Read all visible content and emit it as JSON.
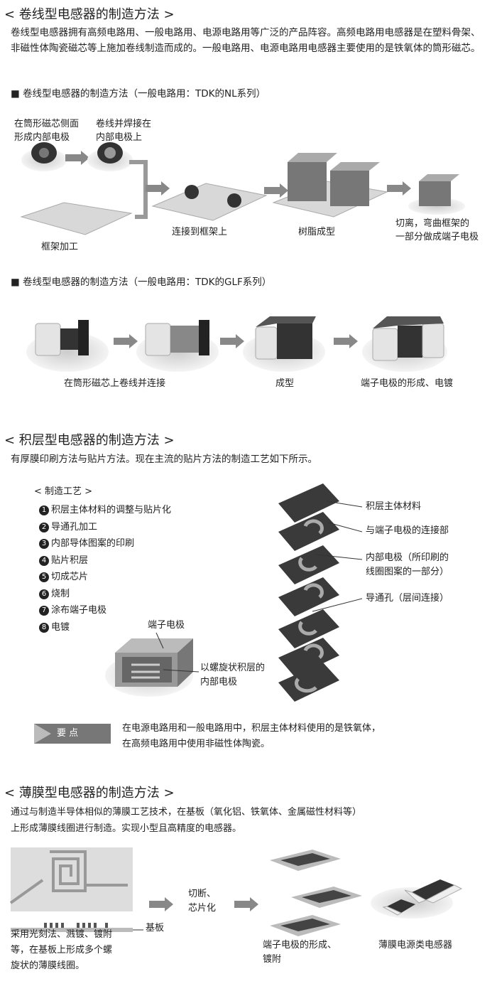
{
  "s1": {
    "title": "< 卷线型电感器的制造方法 >",
    "para": "卷线型电感器拥有高频电路用、一般电路用、电源电路用等广泛的产品阵容。高频电路用电感器是在塑料骨架、非磁性体陶瓷磁芯等上施加卷线制造而成的。一般电路用、电源电路用电感器主要使用的是铁氧体的筒形磁芯。",
    "nl_heading": "■ 卷线型电感器的制造方法（一般电路用：TDK的NL系列）",
    "nl_steps": {
      "a1": "在筒形磁芯侧面",
      "a2": "形成内部电极",
      "b1": "卷线并焊接在",
      "b2": "内部电极上",
      "frame": "框架加工",
      "connect": "连接到框架上",
      "mold": "树脂成型",
      "cut1": "切离，弯曲框架的",
      "cut2": "一部分做成端子电极"
    },
    "glf_heading": "■ 卷线型电感器的制造方法（一般电路用：TDK的GLF系列）",
    "glf_steps": [
      "在筒形磁芯上卷线并连接",
      "成型",
      "端子电极的形成、电镀"
    ]
  },
  "s2": {
    "title": "< 积层型电感器的制造方法 >",
    "para": "有厚膜印刷方法与贴片方法。现在主流的贴片方法的制造工艺如下所示。",
    "process_title": "< 制造工艺 >",
    "process": [
      {
        "n": "1",
        "t": "积层主体材料的调整与贴片化"
      },
      {
        "n": "2",
        "t": "导通孔加工"
      },
      {
        "n": "3",
        "t": "内部导体图案的印刷"
      },
      {
        "n": "4",
        "t": "贴片积层"
      },
      {
        "n": "5",
        "t": "切成芯片"
      },
      {
        "n": "6",
        "t": "烧制"
      },
      {
        "n": "7",
        "t": "涂布端子电极"
      },
      {
        "n": "8",
        "t": "电镀"
      }
    ],
    "layer_labels": {
      "body": "积层主体材料",
      "conn": "与端子电极的连接部",
      "inner1": "内部电极（所印刷的",
      "inner2": "线圈图案的一部分）",
      "via": "导通孔（层间连接）"
    },
    "chip_labels": {
      "term": "端子电极",
      "spiral1": "以螺旋状积层的",
      "spiral2": "内部电极"
    },
    "point_label": "要 点",
    "point_text1": "在电源电路用和一般电路用中，积层主体材料使用的是铁氧体，",
    "point_text2": "在高频电路用中使用非磁性体陶瓷。"
  },
  "s3": {
    "title": "< 薄膜型电感器的制造方法 >",
    "para1": "通过与制造半导体相似的薄膜工艺技术，在基板（氧化铝、铁氧体、金属磁性材料等）",
    "para2": "上形成薄膜线圈进行制造。实现小型且高精度的电感器。",
    "substrate": "基板",
    "photo1": "采用光刻法、溅镀、镀附",
    "photo2": "等，在基板上形成多个螺",
    "photo3": "旋状的薄膜线圈。",
    "cut1": "切断、",
    "cut2": "芯片化",
    "term1": "端子电极的形成、",
    "term2": "镀附",
    "product": "薄膜电源类电感器"
  }
}
